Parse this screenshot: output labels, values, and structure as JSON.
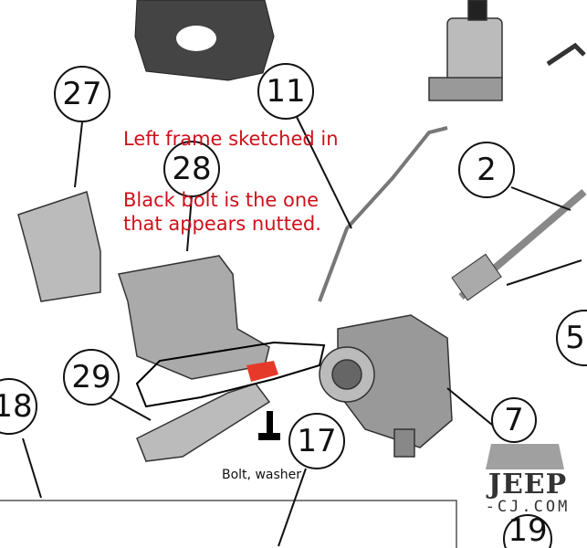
{
  "callouts": [
    "27",
    "28",
    "11",
    "2",
    "5",
    "29",
    "18",
    "17",
    "7",
    "19"
  ],
  "annotations": {
    "line1": "Left frame sketched in",
    "line2": "Black bolt is the one",
    "line3": "that appears nutted.",
    "bolt_label": "Bolt, washer"
  },
  "watermark": {
    "brand": "JEEP",
    "domain": "-CJ.COM"
  },
  "colors": {
    "annotation": "#d0101a",
    "highlight": "#e53a2a"
  }
}
